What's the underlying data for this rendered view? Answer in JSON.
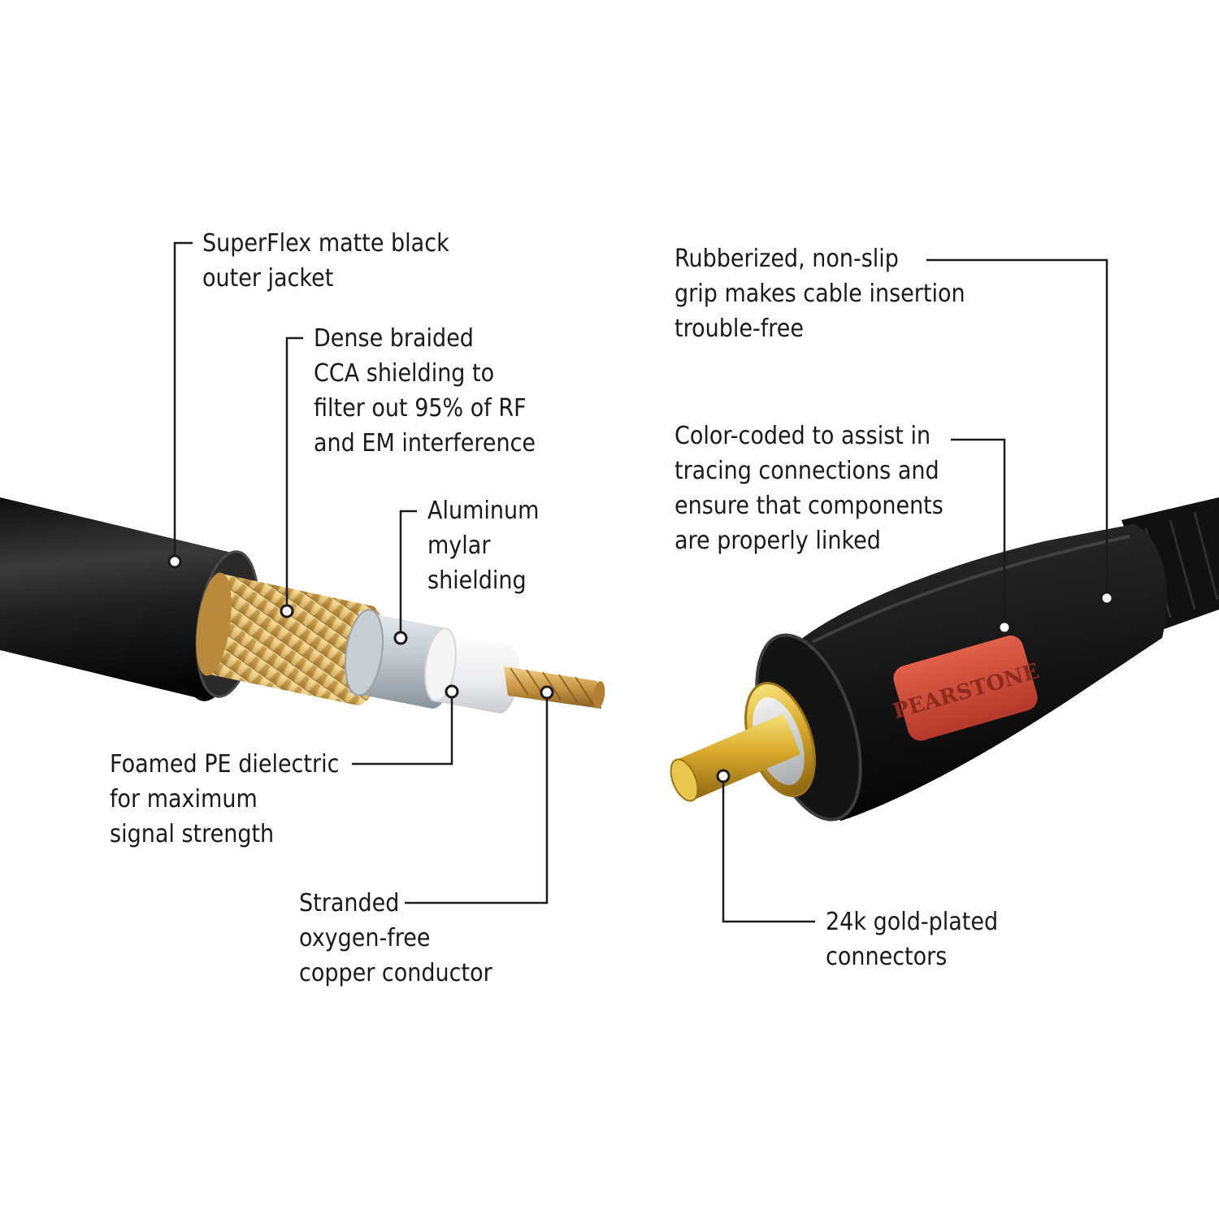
{
  "brand": {
    "logo_text": "PEARSTONE",
    "badge_color": "#d14a36",
    "gold_color": "#e8c23a",
    "jacket_color": "#1c1c1c"
  },
  "callouts": {
    "jacket": {
      "lines": [
        "SuperFlex matte black",
        "outer jacket"
      ]
    },
    "braid": {
      "lines": [
        "Dense braided",
        "CCA shielding to",
        "filter out 95% of RF",
        "and EM interference"
      ]
    },
    "mylar": {
      "lines": [
        "Aluminum",
        "mylar",
        "shielding"
      ]
    },
    "dielectric": {
      "lines": [
        "Foamed PE dielectric",
        "for maximum",
        "signal strength"
      ]
    },
    "conductor": {
      "lines": [
        "Stranded",
        "oxygen-free",
        "copper conductor"
      ]
    },
    "grip": {
      "lines": [
        "Rubberized, non-slip",
        "grip makes cable insertion",
        "trouble-free"
      ]
    },
    "colorcode": {
      "lines": [
        "Color-coded to assist in",
        "tracing connections and",
        "ensure that components",
        "are properly linked"
      ]
    },
    "gold": {
      "lines": [
        "24k gold-plated",
        "connectors"
      ]
    }
  }
}
